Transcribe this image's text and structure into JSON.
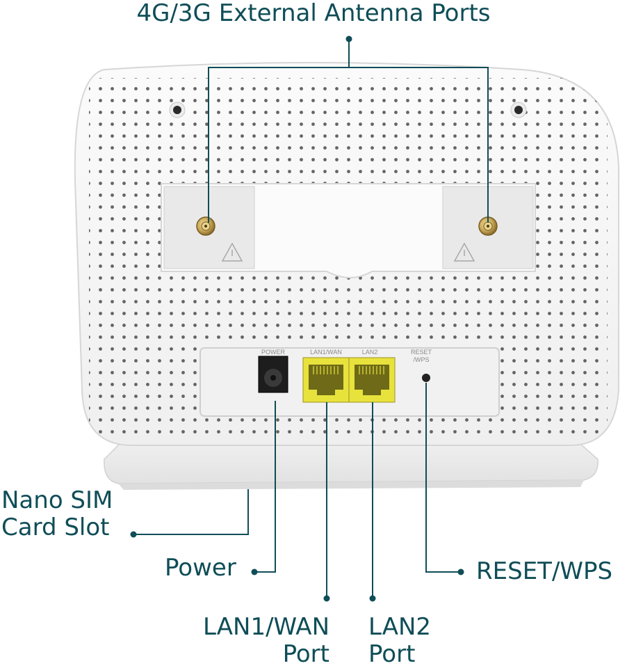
{
  "title": "4G/3G External Antenna Ports",
  "device": {
    "port_labels": {
      "power": "POWER",
      "lan1_wan": "LAN1/WAN",
      "lan2": "LAN2",
      "reset_line1": "RESET",
      "reset_line2": "/WPS"
    }
  },
  "callouts": {
    "sim": [
      "Nano SIM",
      "Card Slot"
    ],
    "power": "Power",
    "lan1": [
      "LAN1/WAN",
      "Port"
    ],
    "lan2": [
      "LAN2",
      "Port"
    ],
    "reset": "RESET/WPS"
  },
  "colors": {
    "callout_text": "#0f4d57",
    "leader_line": "#0f4d57",
    "router_body": "#f6f6f6",
    "lan_port": "#e8e23c",
    "antenna_connector": "#c9a85a"
  },
  "icons": [
    "warning-triangle-icon",
    "antenna-connector-icon",
    "callout-dot-icon"
  ]
}
